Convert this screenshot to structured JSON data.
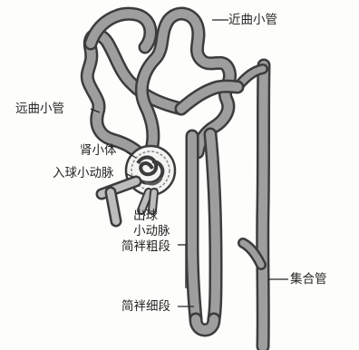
{
  "diagram": {
    "labels": {
      "proximal_tubule": "近曲小管",
      "distal_tubule": "远曲小管",
      "renal_corpuscle": "肾小体",
      "afferent_arteriole": "入球小动脉",
      "efferent_arteriole_line1": "出球",
      "efferent_arteriole_line2": "小动脉",
      "thick_segment": "简袢粗段",
      "thin_segment": "简袢细段",
      "collecting_duct": "集合管"
    },
    "colors": {
      "tube_fill": "#9e9e9e",
      "tube_outline": "#3c3c3c",
      "ink": "#262626",
      "background": "#fdfdfb"
    }
  }
}
